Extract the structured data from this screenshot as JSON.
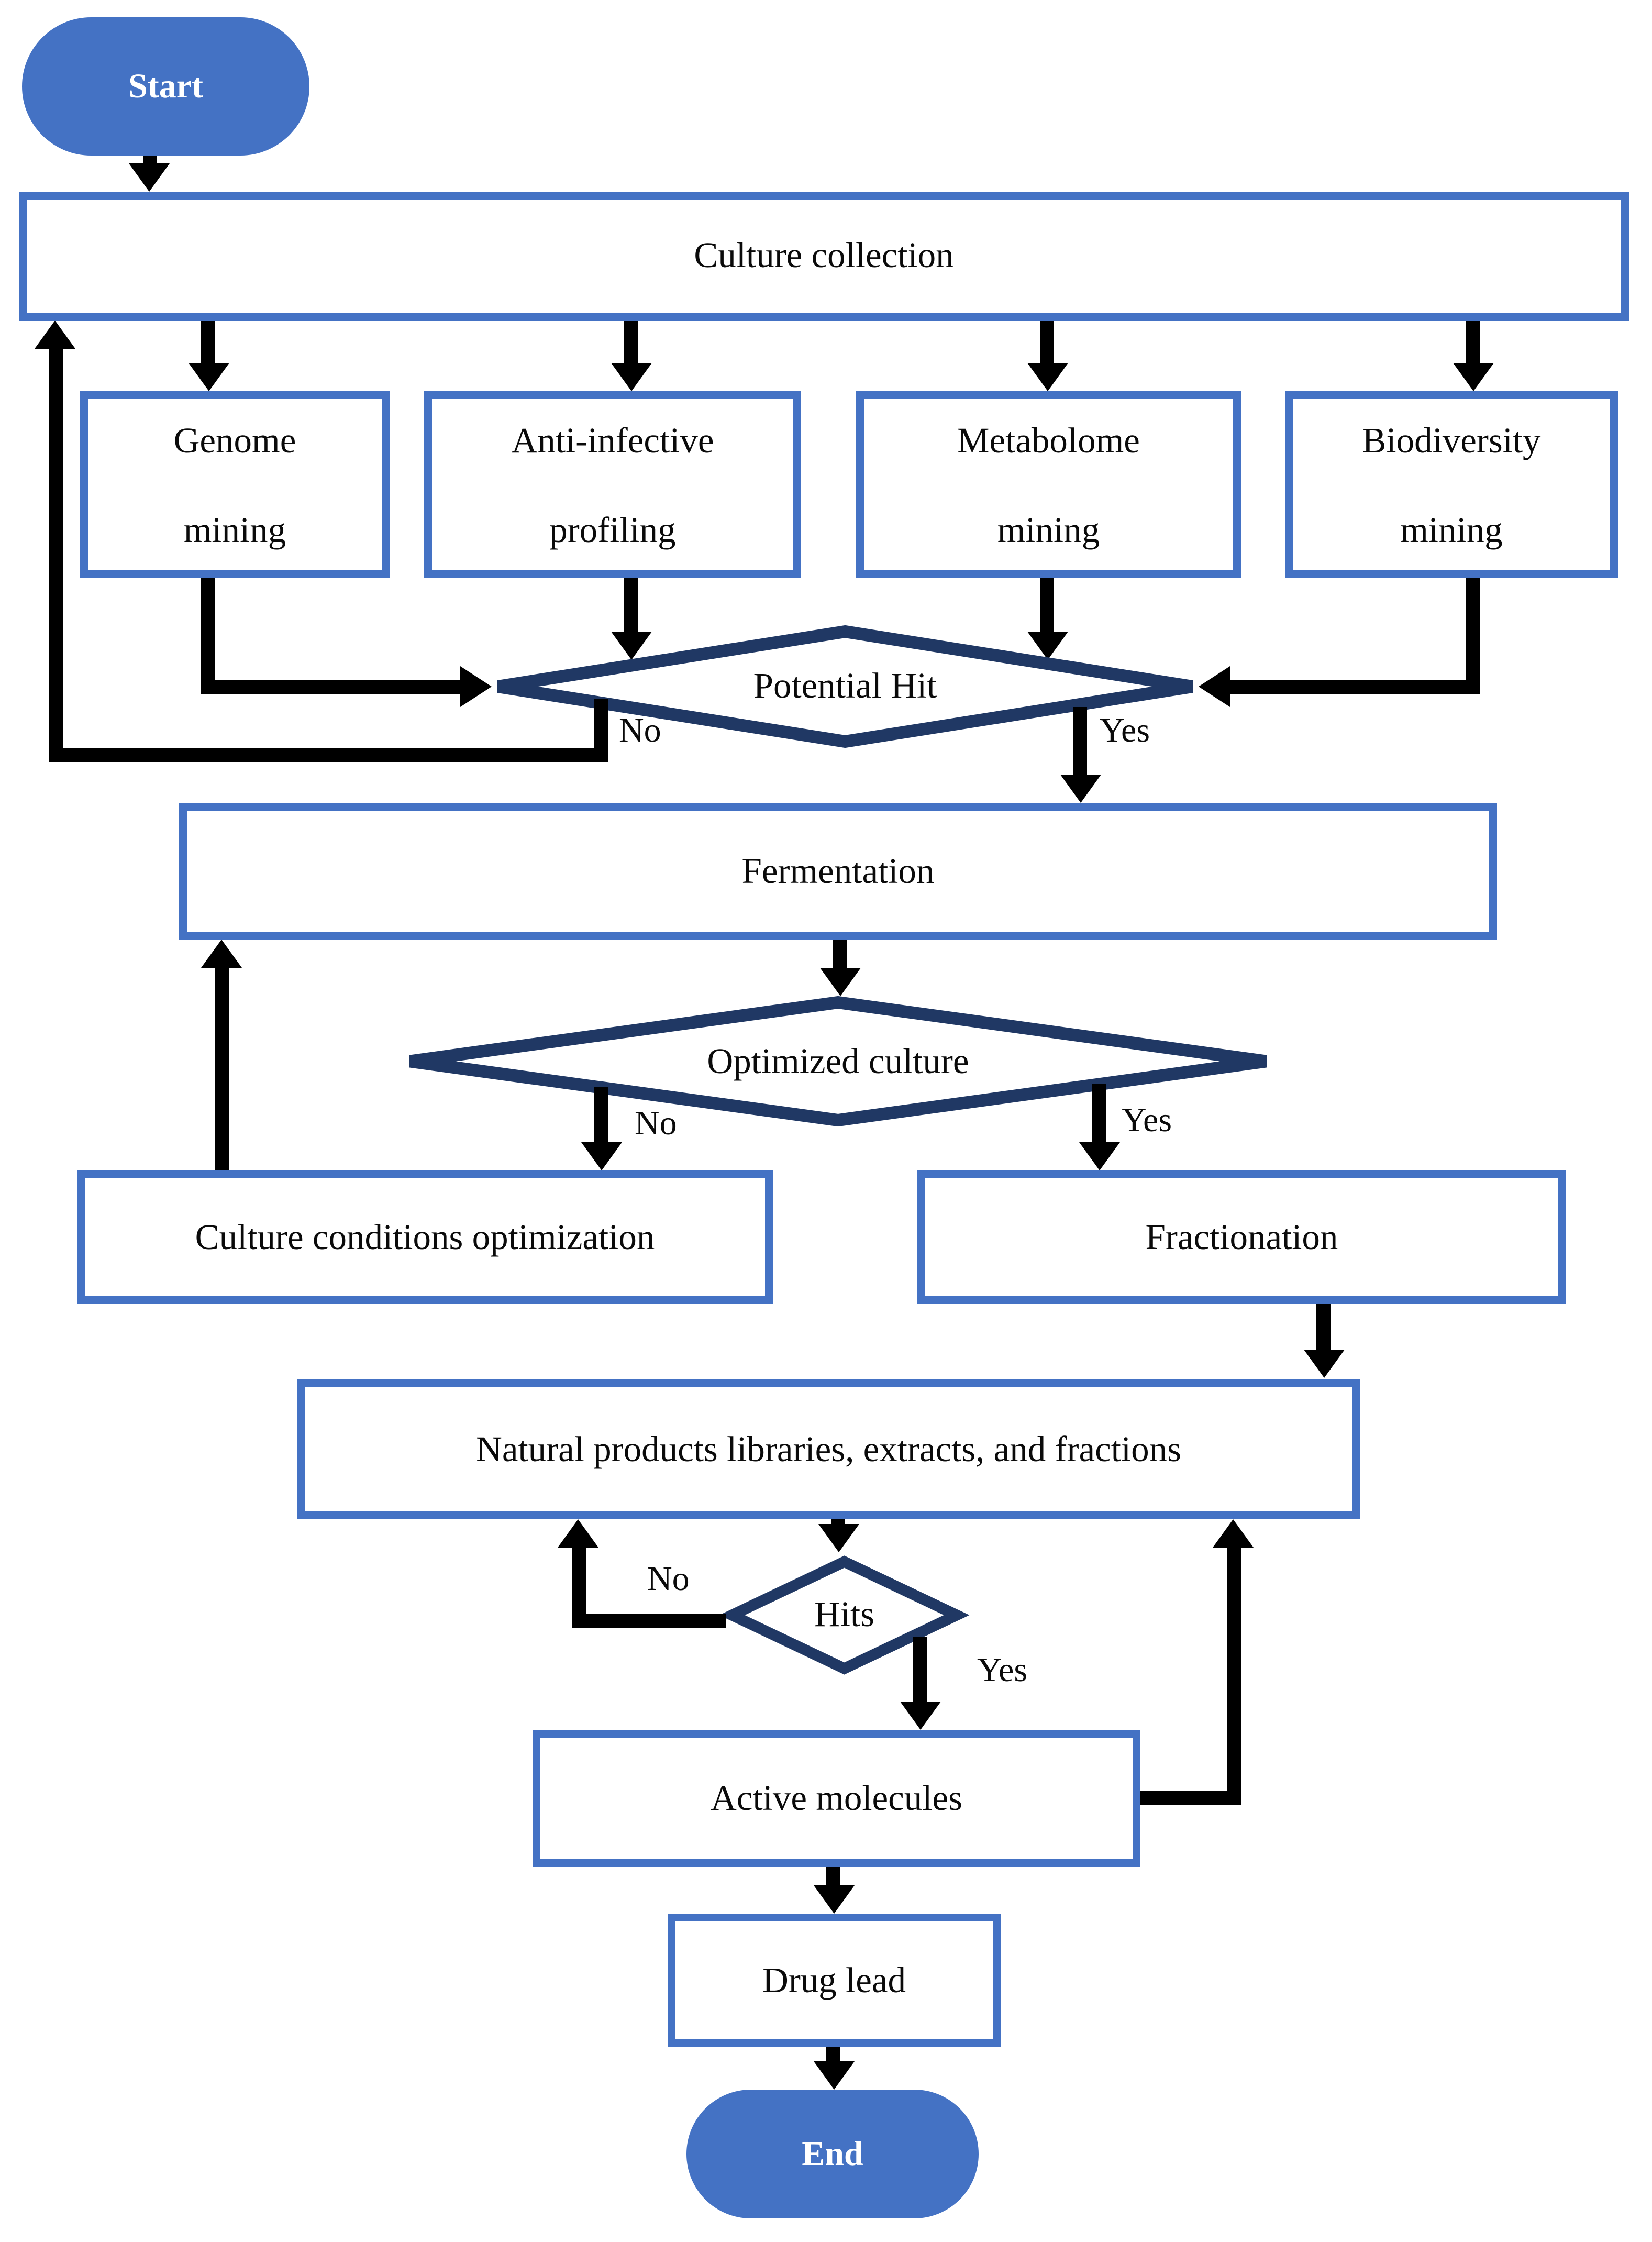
{
  "colors": {
    "shape_border_blue": "#4472C4",
    "terminal_fill_blue": "#4472C4",
    "decision_border_navy": "#203864",
    "connector_black": "#000000",
    "canvas_background": "#FFFFFF",
    "node_text": "#000000",
    "terminal_text": "#FFFFFF"
  },
  "nodes": {
    "start": {
      "label": "Start"
    },
    "culture_collection": {
      "label": "Culture collection"
    },
    "genome_mining": {
      "label": "Genome\nmining"
    },
    "anti_infective_profiling": {
      "label": "Anti-infective\nprofiling"
    },
    "metabolome_mining": {
      "label": "Metabolome\nmining"
    },
    "biodiversity_mining": {
      "label": "Biodiversity\nmining"
    },
    "potential_hit": {
      "label": "Potential Hit"
    },
    "fermentation": {
      "label": "Fermentation"
    },
    "optimized_culture": {
      "label": "Optimized culture"
    },
    "culture_conditions_optimization": {
      "label": "Culture conditions optimization"
    },
    "fractionation": {
      "label": "Fractionation"
    },
    "natural_products": {
      "label": "Natural products libraries, extracts, and fractions"
    },
    "hits": {
      "label": "Hits"
    },
    "active_molecules": {
      "label": "Active molecules"
    },
    "drug_lead": {
      "label": "Drug lead"
    },
    "end": {
      "label": "End"
    }
  },
  "edge_labels": {
    "potential_hit_no": "No",
    "potential_hit_yes": "Yes",
    "optimized_culture_no": "No",
    "optimized_culture_yes": "Yes",
    "hits_no": "No",
    "hits_yes": "Yes"
  }
}
